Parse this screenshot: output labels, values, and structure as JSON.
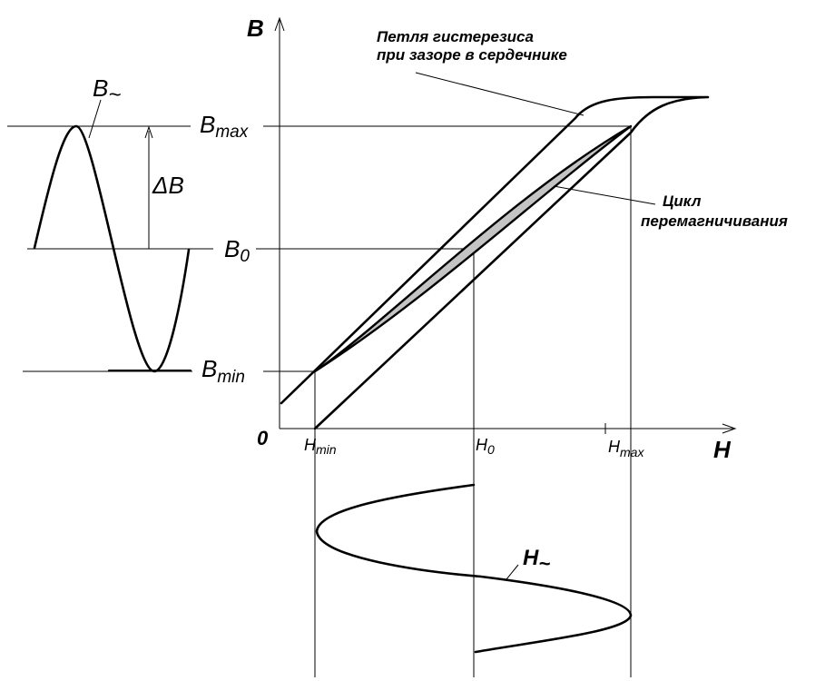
{
  "axes": {
    "y_label": "B",
    "x_label": "H",
    "origin_label": "0"
  },
  "b_levels": {
    "max": {
      "main": "B",
      "sub": "max"
    },
    "zero": {
      "main": "B",
      "sub": "0"
    },
    "min": {
      "main": "B",
      "sub": "min"
    }
  },
  "h_levels": {
    "min": {
      "main": "H",
      "sub": "min"
    },
    "zero": {
      "main": "H",
      "sub": "0"
    },
    "max": {
      "main": "H",
      "sub": "max"
    }
  },
  "wave_labels": {
    "b_wave": {
      "main": "B",
      "sub": "~"
    },
    "h_wave": {
      "main": "H",
      "sub": "~"
    },
    "delta_b": "ΔB"
  },
  "annotations": {
    "gap_loop_line1": "Петля гистерезиса",
    "gap_loop_line2": "при зазоре в сердечнике",
    "cycle_line1": "Цикл",
    "cycle_line2": "перемагничивания"
  },
  "colors": {
    "cycle_fill": "#c4c4c4",
    "ink": "#000000"
  }
}
